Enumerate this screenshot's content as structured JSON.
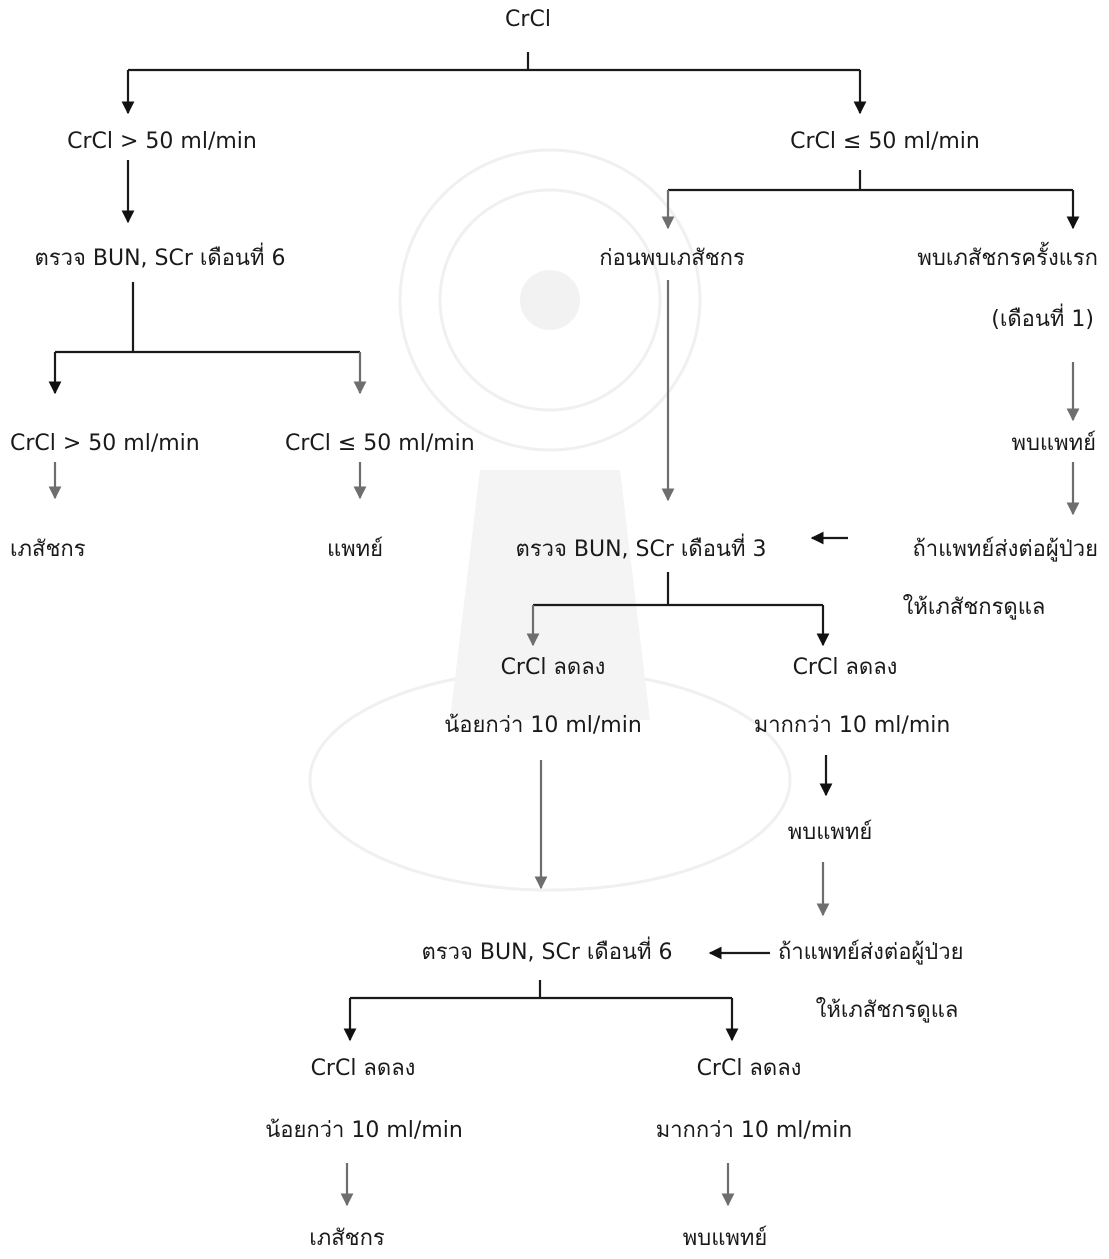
{
  "nodes": {
    "root": "CrCl",
    "gt50": "CrCl > 50 ml/min",
    "le50": "CrCl ≤ 50 ml/min",
    "bun_month6_left": "ตรวจ BUN, SCr เดือนที่ 6",
    "before_pharmacist": "ก่อนพบเภสัชกร",
    "first_visit_line1": "พบเภสัชกรครั้งแรก",
    "first_visit_line2": "(เดือนที่ 1)",
    "left_gt50": "CrCl > 50 ml/min",
    "left_le50": "CrCl ≤ 50 ml/min",
    "see_doctor_right": "พบแพทย์",
    "pharmacist_left": "เภสัชกร",
    "doctor_left": "แพทย์",
    "bun_month3": "ตรวจ BUN, SCr เดือนที่ 3",
    "refer_top_line1": "ถ้าแพทย์ส่งต่อผู้ป่วย",
    "refer_top_line2": "ให้เภสัชกรดูแล",
    "m3_less_line1": "CrCl ลดลง",
    "m3_less_line2": "น้อยกว่า 10 ml/min",
    "m3_more_line1": "CrCl ลดลง",
    "m3_more_line2": "มากกว่า 10 ml/min",
    "see_doctor_mid": "พบแพทย์",
    "bun_month6_bottom": "ตรวจ BUN, SCr เดือนที่ 6",
    "refer_bottom_line1": "ถ้าแพทย์ส่งต่อผู้ป่วย",
    "refer_bottom_line2": "ให้เภสัชกรดูแล",
    "m6_less_line1": "CrCl ลดลง",
    "m6_less_line2": "น้อยกว่า 10 ml/min",
    "m6_more_line1": "CrCl ลดลง",
    "m6_more_line2": "มากกว่า 10 ml/min",
    "final_pharmacist": "เภสัชกร",
    "final_doctor": "พบแพทย์"
  },
  "colors": {
    "line": "#1a1a1a",
    "arrow_dark": "#111111",
    "arrow_gray": "#6e6e6e",
    "watermark": "#efefef"
  }
}
